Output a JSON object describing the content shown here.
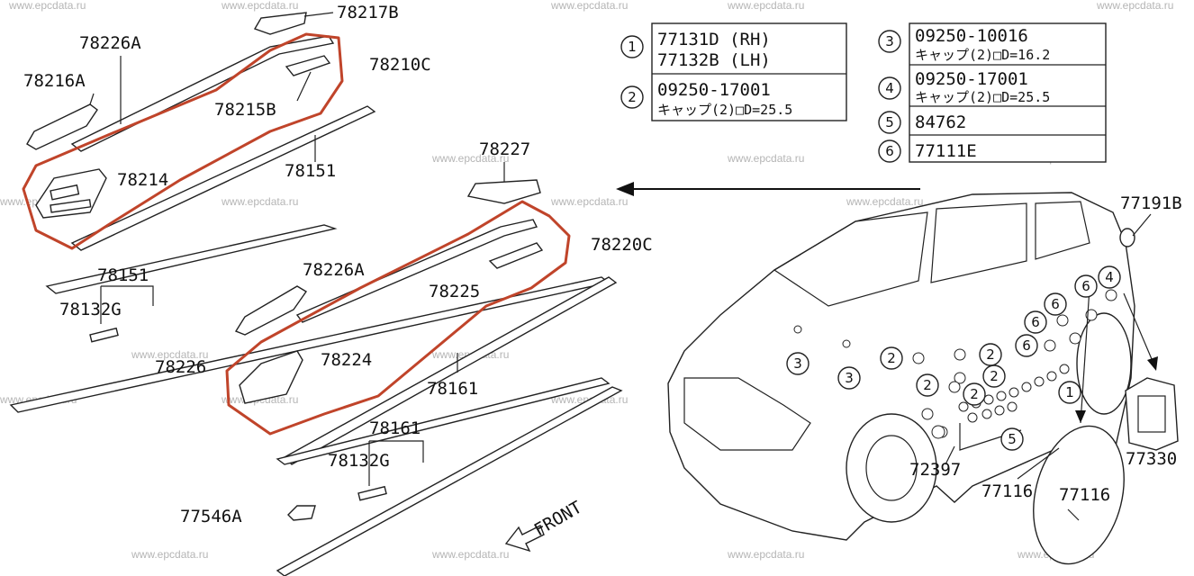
{
  "watermarks": [
    "www.epcdata.ru"
  ],
  "part_labels": {
    "p78217B": "78217B",
    "p78226A_top": "78226A",
    "p78210C": "78210C",
    "p78216A": "78216A",
    "p78215B": "78215B",
    "p78214": "78214",
    "p78151_top": "78151",
    "p78227": "78227",
    "p78220C": "78220C",
    "p78151_left": "78151",
    "p78132G_left": "78132G",
    "p78226A_mid": "78226A",
    "p78225": "78225",
    "p78226": "78226",
    "p78224": "78224",
    "p78161_mid": "78161",
    "p78161_low": "78161",
    "p78132G_low": "78132G",
    "p77546A": "77546A",
    "front": "FRONT",
    "p77191B": "77191B",
    "p72397": "72397",
    "p77116_a": "77116",
    "p77116_b": "77116",
    "p77330": "77330"
  },
  "legend": {
    "n1": "1",
    "n1_line1": "77131D (RH)",
    "n1_line2": "77132B (LH)",
    "n2": "2",
    "n2_line1": "09250-17001",
    "n2_line2": "キャップ(2)□D=25.5",
    "n3": "3",
    "n3_line1": "09250-10016",
    "n3_line2": "キャップ(2)□D=16.2",
    "n4": "4",
    "n4_line1": "09250-17001",
    "n4_line2": "キャップ(2)□D=25.5",
    "n5": "5",
    "n5_line1": "84762",
    "n6": "6",
    "n6_line1": "77111E"
  },
  "callouts": {
    "c1": "1",
    "c2": "2",
    "c3": "3",
    "c4": "4",
    "c5": "5",
    "c6": "6"
  }
}
